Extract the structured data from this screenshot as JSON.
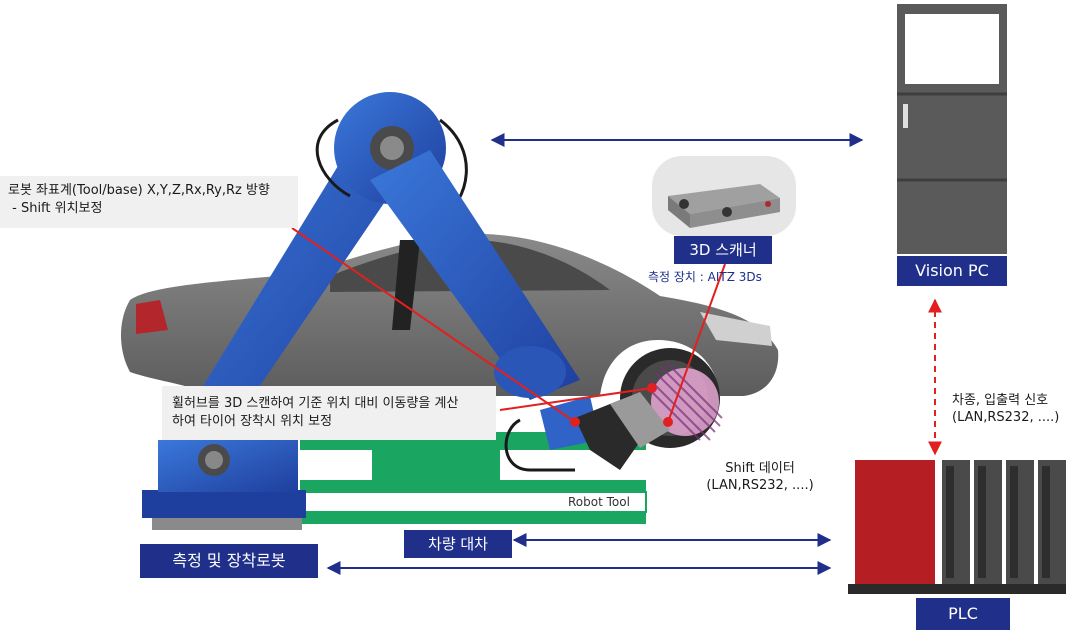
{
  "colors": {
    "robot_blue": "#2f63c8",
    "label_navy": "#1f2f8a",
    "arrow_navy": "#1f2f8a",
    "signal_red": "#e0211f",
    "cart_green": "#1aa660",
    "car_gray": "#6e6e6e",
    "plc_red": "#b51f24",
    "pc_gray": "#5a5a5a"
  },
  "callouts": {
    "robot_coordinate_line1": "로봇 좌표계(Tool/base) X,Y,Z,Rx,Ry,Rz 방향",
    "robot_coordinate_line2": " - Shift 위치보정",
    "wheel_hub_line1": "휠허브를 3D 스캔하여 기준 위치 대비 이동량을 계산",
    "wheel_hub_line2": "하여 타이어 장착시 위치 보정"
  },
  "labels": {
    "scanner_title": "3D 스캐너",
    "scanner_device": "측정 장치 : AITZ 3Ds",
    "vision_pc": "Vision PC",
    "plc": "PLC",
    "signal_line1": "차종, 입출력 신호",
    "signal_line2": "(LAN,RS232, ....)",
    "shift_line1": "Shift 데이터",
    "shift_line2": "(LAN,RS232, ....)",
    "robot_tool": "Robot Tool",
    "vehicle_cart": "차량 대차",
    "robot_label": "측정 및 장착로봇"
  },
  "icons": {
    "scanner": "3d-scanner-icon",
    "vision_pc": "pc-tower-icon",
    "plc": "plc-rack-icon",
    "robot": "robot-arm-icon",
    "car": "car-icon"
  }
}
